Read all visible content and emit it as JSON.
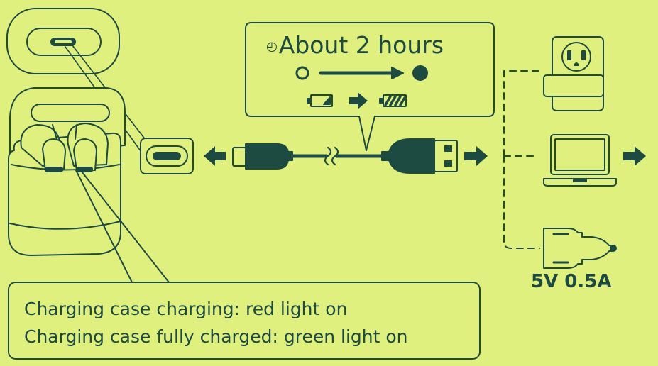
{
  "colors": {
    "background": "#e0f07e",
    "ink": "#1d4a41",
    "panel_fill": "#e0f07e"
  },
  "timing": {
    "clock_icon": "clock-icon",
    "label": "About 2 hours"
  },
  "charge_indicator": {
    "start_state": "empty-circle",
    "end_state": "filled-circle",
    "battery_start_icon": "battery-low-icon",
    "battery_end_icon": "battery-full-icon"
  },
  "power_sources": [
    {
      "name": "wall-outlet",
      "icon": "wall-outlet-icon"
    },
    {
      "name": "laptop",
      "icon": "laptop-icon"
    },
    {
      "name": "car-charger",
      "icon": "car-charger-icon"
    }
  ],
  "spec": {
    "rating": "5V 0.5A"
  },
  "notes": {
    "line1": "Charging case charging: red light on",
    "line2": "Charging case fully charged: green light on"
  }
}
